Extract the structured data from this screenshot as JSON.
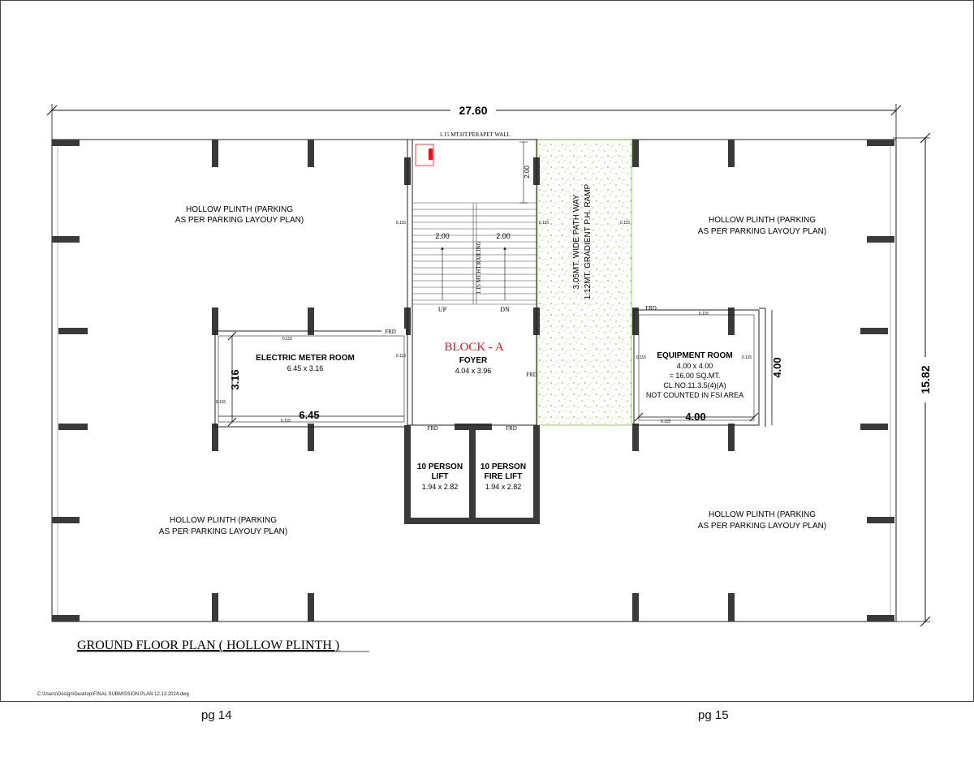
{
  "drawing": {
    "title": "GROUND FLOOR PLAN ( HOLLOW PLINTH )",
    "file_path": "C:\\Users\\Design\\Desktop\\FINAL SUBMISSION PLAN 12.12.2024.dwg",
    "page_left": "pg 14",
    "page_right": "pg 15"
  },
  "dimensions": {
    "overall_width": "27.60",
    "overall_depth": "15.82",
    "parapet": "1.15 MT.HT.PERAPET WALL",
    "stair_depth": "2.00",
    "flight_left": "2.00",
    "flight_right": "2.00",
    "railing": "1.15 MT.HT.RAILING",
    "electric_w": "6.45",
    "electric_d": "3.16",
    "equip_w": "4.00",
    "equip_d": "4.00",
    "wall_thk": "0.115"
  },
  "labels": {
    "hollow_line1": "HOLLOW PLINTH (PARKING",
    "hollow_line2": "AS PER PARKING LAYOUY PLAN)",
    "ramp_line1": "3.05MT. WIDE PATH WAY",
    "ramp_line2": "1:12MT. GRADIENT P.H. RAMP",
    "up": "UP",
    "dn": "DN",
    "frd": "FRD",
    "block": "BLOCK - A",
    "foyer": "FOYER",
    "foyer_size": "4.04 x 3.96",
    "electric_room": "ELECTRIC METER ROOM",
    "electric_size": "6.45 x 3.16",
    "equip_room": "EQUIPMENT ROOM",
    "equip_size": "4.00 x 4.00",
    "equip_area": "= 16.00 SQ.MT.",
    "equip_clause": "CL.NO.11.3.5(4)(A)",
    "equip_note": "NOT COUNTED IN FSI AREA",
    "lift1_a": "10 PERSON",
    "lift1_b": "LIFT",
    "lift1_size": "1.94 x 2.82",
    "lift2_a": "10 PERSON",
    "lift2_b": "FIRE LIFT",
    "lift2_size": "1.94 x 2.82"
  },
  "colors": {
    "block_label": "#e8141b",
    "ramp_dots": "#7cc242",
    "wall": "#3a3a3a"
  }
}
